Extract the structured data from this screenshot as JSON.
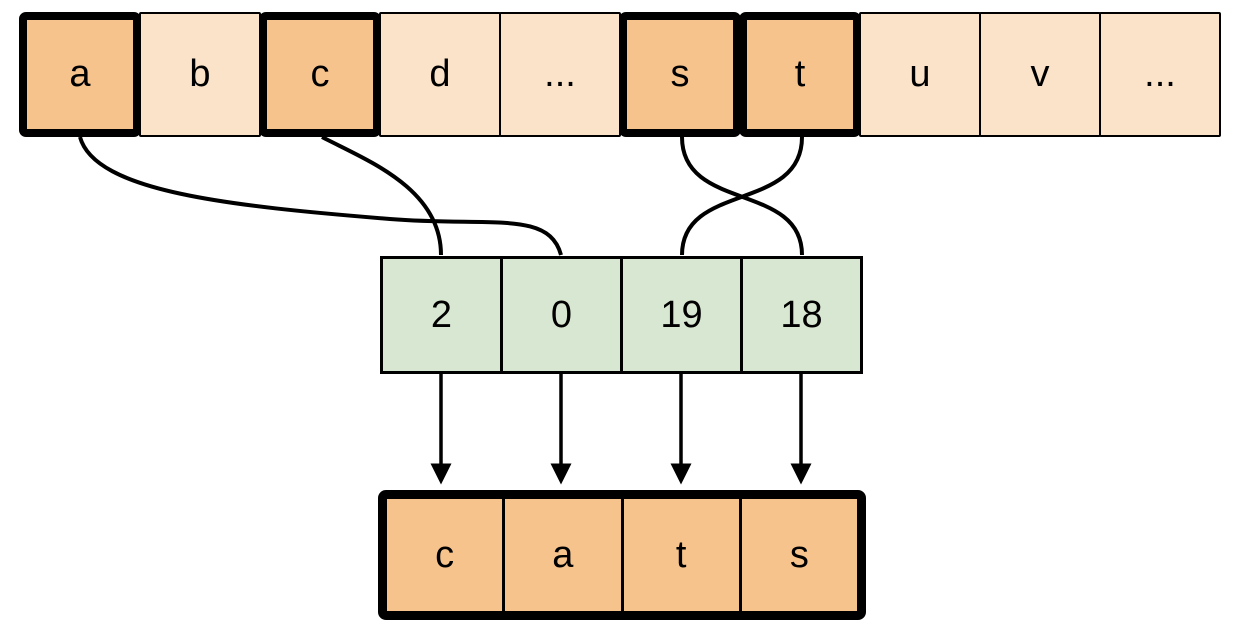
{
  "diagram": {
    "description": "Alphabet-to-index lookup diagram spelling the word cats"
  },
  "alphabet_array": {
    "cells": [
      {
        "label": "a",
        "highlighted": true
      },
      {
        "label": "b",
        "highlighted": false
      },
      {
        "label": "c",
        "highlighted": true
      },
      {
        "label": "d",
        "highlighted": false
      },
      {
        "label": "...",
        "highlighted": false
      },
      {
        "label": "s",
        "highlighted": true
      },
      {
        "label": "t",
        "highlighted": true
      },
      {
        "label": "u",
        "highlighted": false
      },
      {
        "label": "v",
        "highlighted": false
      },
      {
        "label": "...",
        "highlighted": false
      }
    ]
  },
  "index_array": {
    "cells": [
      {
        "value": "2"
      },
      {
        "value": "0"
      },
      {
        "value": "19"
      },
      {
        "value": "18"
      }
    ]
  },
  "result_array": {
    "cells": [
      {
        "label": "c"
      },
      {
        "label": "a"
      },
      {
        "label": "t"
      },
      {
        "label": "s"
      }
    ]
  },
  "connections": [
    {
      "from_letter": "a",
      "to_index_value": "0"
    },
    {
      "from_letter": "c",
      "to_index_value": "2"
    },
    {
      "from_letter": "s",
      "to_index_value": "18"
    },
    {
      "from_letter": "t",
      "to_index_value": "19"
    }
  ],
  "arrows": [
    {
      "from_index_value": "2",
      "to_result_letter": "c"
    },
    {
      "from_index_value": "0",
      "to_result_letter": "a"
    },
    {
      "from_index_value": "19",
      "to_result_letter": "t"
    },
    {
      "from_index_value": "18",
      "to_result_letter": "s"
    }
  ],
  "colors": {
    "highlight_fill": "#f6c38d",
    "base_fill": "#fae3c8",
    "index_fill": "#d8e7d1",
    "line": "#000000"
  }
}
